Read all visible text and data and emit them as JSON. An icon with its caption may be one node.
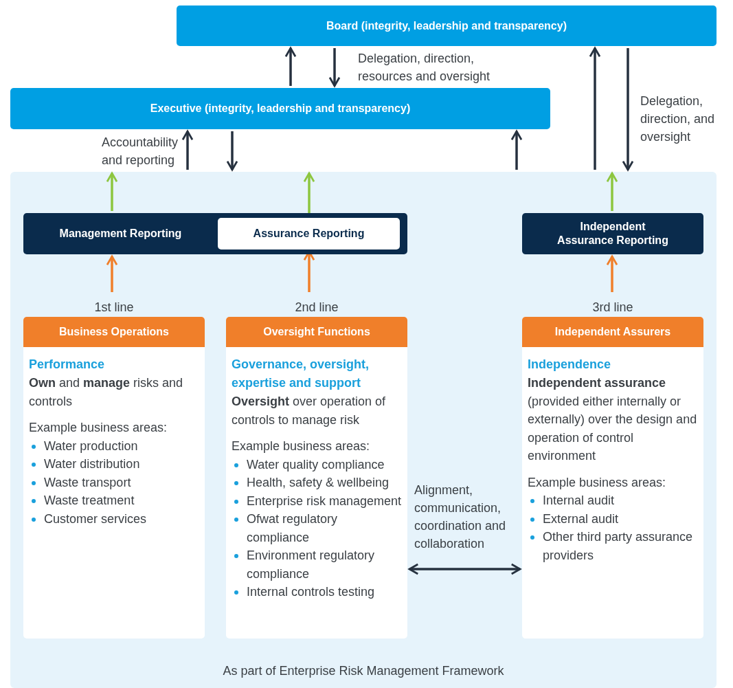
{
  "diagram": {
    "nodes": [
      {
        "text": [
          "Board (integrity, leadership and transparency)"
        ]
      },
      {
        "text": [
          "Executive (integrity, leadership and transparency)"
        ]
      },
      {
        "text": [
          "As part of Enterprise Risk Management Framework"
        ]
      },
      {
        "text": [
          "Management Reporting"
        ],
        "in": 2
      },
      {
        "text": [
          "Assurance Reporting"
        ],
        "in": 3
      },
      {
        "text": [
          "Independent Assurance Reporting"
        ],
        "in": 2
      },
      {
        "text": [
          "Business Operations",
          "Performance",
          "**Own** and **manage** risks and controls",
          "Example business areas:",
          "Water production",
          "Water distribution",
          "Waste transport",
          "Waste treatment",
          "Customer services"
        ],
        "beside": [
          "1st line"
        ],
        "in": 2
      },
      {
        "text": [
          "Oversight Functions",
          "Governance, oversight, expertise and support",
          "**Oversight** over operation of controls to manage risk",
          "Example business areas:",
          "Water quality compliance",
          "Health, safety & wellbeing",
          "Enterprise risk management",
          "Ofwat regulatory compliance",
          "Environment regulatory compliance",
          "Internal controls testing"
        ],
        "beside": [
          "2nd line"
        ],
        "in": 2
      },
      {
        "text": [
          "Independent Assurers",
          "Independence",
          "**Independent assurance** (provided either internally or externally) over the design and operation of control environment",
          "Example business areas:",
          "Internal audit",
          "External audit",
          "Other third party assurance providers"
        ],
        "beside": [
          "3rd line"
        ],
        "in": 2
      }
    ],
    "edges": [
      {
        "from": 1,
        "to": 0,
        "arrow": "to"
      },
      {
        "from": 0,
        "to": 1,
        "arrow": "to",
        "label": "Delegation, direction, resources and oversight"
      },
      {
        "from": 2,
        "to": 1,
        "arrow": "to",
        "label": "Accountability and reporting"
      },
      {
        "from": 1,
        "to": 2,
        "arrow": "to"
      },
      {
        "from": 2,
        "to": 1,
        "arrow": "to"
      },
      {
        "from": 2,
        "to": 0,
        "arrow": "to"
      },
      {
        "from": 0,
        "to": 2,
        "arrow": "to",
        "label": "Delegation, direction, and oversight"
      },
      {
        "from": 3,
        "to": 2,
        "arrow": "to",
        "color": "#8dc63f"
      },
      {
        "from": 4,
        "to": 2,
        "arrow": "to",
        "color": "#8dc63f"
      },
      {
        "from": 5,
        "to": 2,
        "arrow": "to",
        "color": "#8dc63f"
      },
      {
        "from": 6,
        "to": 3,
        "arrow": "to",
        "color": "#f07f2a"
      },
      {
        "from": 7,
        "to": 4,
        "arrow": "to",
        "color": "#f07f2a"
      },
      {
        "from": 8,
        "to": 5,
        "arrow": "to",
        "color": "#f07f2a"
      },
      {
        "from": 7,
        "to": 8,
        "arrow": "both",
        "label": "Alignment, communication, coordination and collaboration"
      }
    ]
  }
}
